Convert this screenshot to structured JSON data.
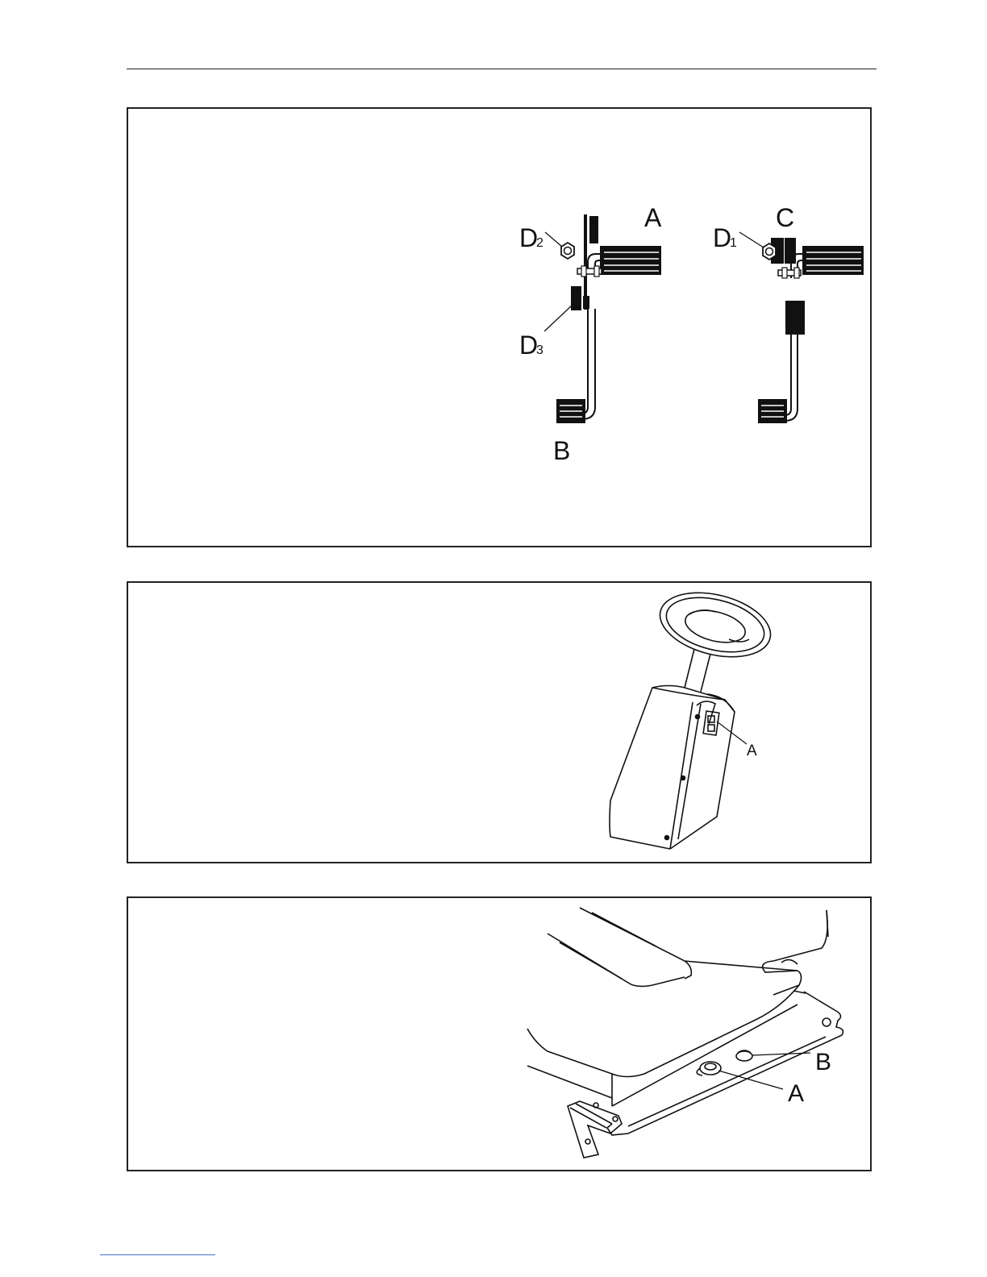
{
  "figure1": {
    "labels": {
      "a": "A",
      "b": "B",
      "c": "C",
      "d2_main": "D",
      "d2_sub": "2",
      "d3_main": "D",
      "d3_sub": "3",
      "d1_main": "D",
      "d1_sub": "1"
    }
  },
  "figure2": {
    "labels": {
      "a": "A"
    }
  },
  "figure3": {
    "labels": {
      "a": "A",
      "b": "B"
    }
  },
  "colors": {
    "ink": "#111111",
    "frame": "#222222",
    "footer_link": "#4a6fc7"
  }
}
